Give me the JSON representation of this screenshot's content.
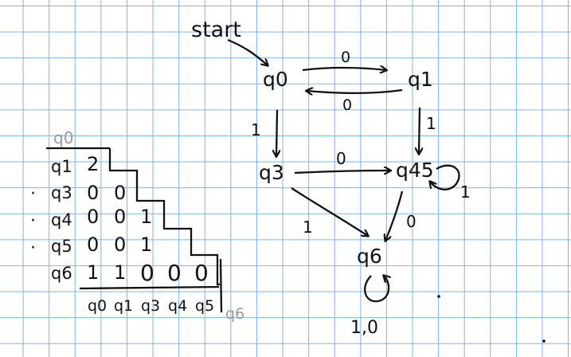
{
  "automaton": {
    "start_label": "start",
    "states": {
      "q0": "q0",
      "q1": "q1",
      "q3": "q3",
      "q45": "q45",
      "q6": "q6"
    },
    "edges": {
      "q0_q1": "0",
      "q1_q0": "0",
      "q0_q3": "1",
      "q1_q45": "1",
      "q3_q45": "0",
      "q45_loop": "1",
      "q3_q6": "1",
      "q45_q6": "0",
      "q6_loop": "1,0"
    }
  },
  "table": {
    "top_label": "q0",
    "rows": [
      {
        "label": "q1",
        "dot": "",
        "cells": [
          "2"
        ]
      },
      {
        "label": "q3",
        "dot": "·",
        "cells": [
          "0",
          "0"
        ]
      },
      {
        "label": "q4",
        "dot": "·",
        "cells": [
          "0",
          "0",
          "1"
        ]
      },
      {
        "label": "q5",
        "dot": "·",
        "cells": [
          "0",
          "0",
          "1"
        ]
      },
      {
        "label": "q6",
        "dot": "",
        "cells": [
          "1",
          "1",
          "0",
          "0",
          "0"
        ]
      }
    ],
    "cols": [
      "q0",
      "q1",
      "q3",
      "q4",
      "q5"
    ],
    "extra_col_label": "q6"
  }
}
